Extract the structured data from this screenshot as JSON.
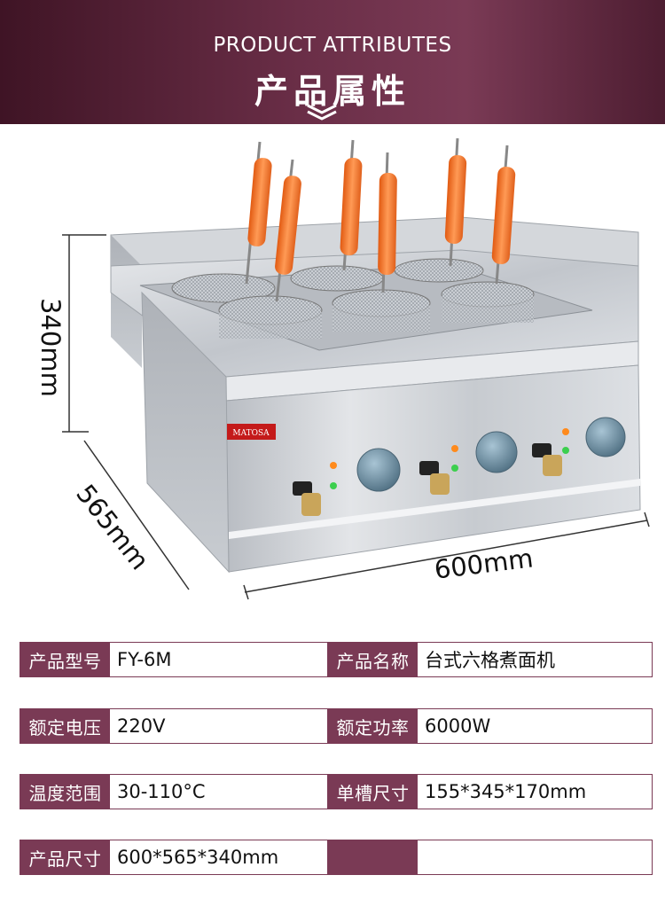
{
  "header": {
    "title_en": "PRODUCT ATTRIBUTES",
    "title_cn": "产品属性"
  },
  "product": {
    "brand": "MATOSA",
    "dimensions": {
      "height": "340mm",
      "depth": "565mm",
      "width": "600mm"
    }
  },
  "specs": [
    {
      "label1": "产品型号",
      "value1": "FY-6M",
      "label2": "产品名称",
      "value2": "台式六格煮面机"
    },
    {
      "label1": "额定电压",
      "value1": "220V",
      "label2": "额定功率",
      "value2": "6000W"
    },
    {
      "label1": "温度范围",
      "value1": "30-110°C",
      "label2": "单槽尺寸",
      "value2": "155*345*170mm"
    },
    {
      "label1": "产品尺寸",
      "value1": "600*565*340mm",
      "label2": "",
      "value2": ""
    }
  ],
  "colors": {
    "accent": "#7a3a55",
    "banner_dark": "#3f1425",
    "handle_orange": "#f0732a",
    "steel": "#c9ccd1"
  }
}
